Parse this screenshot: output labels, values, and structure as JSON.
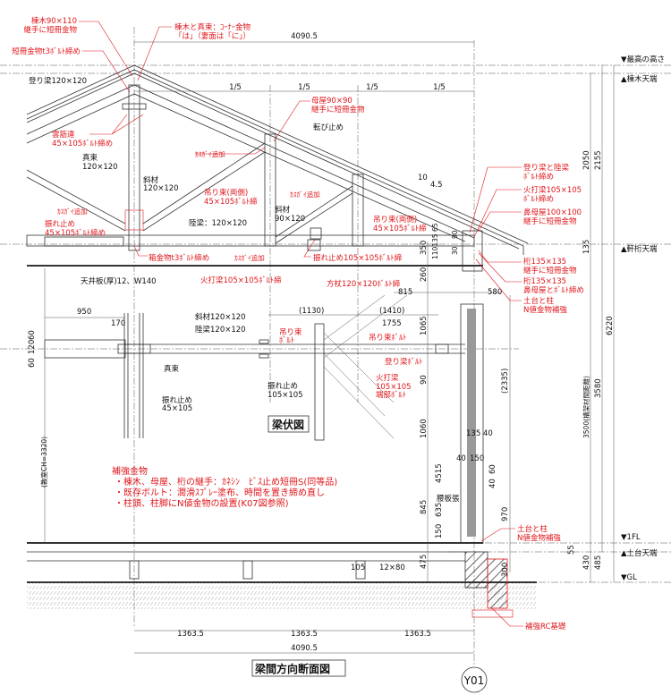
{
  "title": "梁間方向断面図",
  "sub_title": "梁伏図",
  "grid_label": "Y01",
  "levels": {
    "top": "▼最高の高さ",
    "ridge": "▲棟木天端",
    "eave": "▲軒桁天端",
    "fl": "▼1FL",
    "sill": "▲土台天端",
    "gl": "▼GL"
  },
  "dims": {
    "span_top": "4090.5",
    "fifth": "1/5",
    "span_bottom": "4090.5",
    "bay": "1363.5",
    "slope_run": "10",
    "slope_rise": "4.5",
    "d2050": "2050",
    "d2155": "2155",
    "d135": "135",
    "d6220": "6220",
    "d3580": "3580",
    "d3500": "3500(構架材間距離)",
    "d350": "350",
    "d110": "110135 65",
    "d260": "260",
    "d815": "815",
    "d580": "580",
    "d90a": "90",
    "d30": "30",
    "d950": "950",
    "d170": "170",
    "d60a": "60",
    "d120": "120",
    "d60b": "60",
    "d1130": "(1130)",
    "d1410": "(1410)",
    "d1755": "1755",
    "d1065": "1065",
    "d90": "90",
    "d1060": "1060",
    "d2335": "(2335)",
    "d135b": "135",
    "d40a": "40",
    "d40b": "40",
    "d150": "150",
    "d4515": "4515",
    "d60c": "60",
    "d40c": "40",
    "d845": "845",
    "d635": "635",
    "d150b": "150",
    "d970": "970",
    "d475": "475",
    "d300": "300",
    "d55": "55",
    "d430": "430",
    "d485": "485",
    "d105": "105",
    "d12x80": "12×80",
    "ch": "(教室CH=3320)"
  },
  "labels_black": {
    "nobori": "登り梁120×120",
    "shinzuka1": "真束",
    "shinzuka2": "120×120",
    "shazai1": "斜材",
    "shazai2": "120×120",
    "korobi": "転び止め",
    "shazai90a": "斜材",
    "shazai90b": "90×120",
    "rikubari": "陸梁：120×120",
    "tenjo": "天井板(厚)12、W140",
    "plan_shazai": "斜材120×120",
    "plan_rikubari": "陸梁120×120",
    "plan_shinzuka": "真束",
    "plan_fure1": "振れ止め",
    "plan_fure2": "105×105",
    "plan_fure3": "振れ止め",
    "plan_fure4": "45×105",
    "koshiita": "腰板張"
  },
  "labels_red": {
    "munagi1": "棟木90×110",
    "munagi2": "継手に短冊金物",
    "corner1": "棟木と真束：ｺｰﾅｰ金物",
    "corner2": "「は」（妻面は「に」）",
    "tanzaku": "短冊金物t3ﾎﾞﾙﾄ締め",
    "kumo1": "雲筋違",
    "kumo2": "45×105ﾎﾞﾙﾄ締め",
    "kasugai": "ｶｽｶﾞｲ追加",
    "tsuri1": "吊り束(両側)",
    "tsuri2": "45×105ﾎﾞﾙﾄ締",
    "moya1": "母屋90×90",
    "moya2": "継手に短冊金物",
    "fure1": "振れ止め",
    "fure2": "45×105ﾎﾞﾙﾄ締め",
    "hako": "箱金物t3ﾎﾞﾙﾄ締め",
    "fure105": "振れ止め105×105ﾎﾞﾙﾄ締",
    "hiuchi_a": "火打梁105×105ﾎﾞﾙﾄ締",
    "houzue": "方杖120×120ﾎﾞﾙﾄ締",
    "nr1": "登り梁と陸梁",
    "nr2": "ﾎﾞﾙﾄ締め",
    "hu1": "火打梁105×105",
    "hu2": "ﾎﾞﾙﾄ締め",
    "hana1": "鼻母屋100×100",
    "hana2": "継手に短冊金物",
    "keta1": "桁135×135",
    "keta2": "継手に短冊金物",
    "keta3": "桁135×135",
    "keta4": "鼻母屋とﾎﾞﾙﾄ締め",
    "dodai1": "土台と柱",
    "dodai2": "N値金物補強",
    "ptsuri1": "吊り束",
    "ptsuri2": "ﾎﾞﾙﾄ",
    "ptsuri3": "吊り束ﾎﾞﾙﾄ",
    "pnobori": "登り梁ﾎﾞﾙﾄ",
    "phiuchi1": "火打梁",
    "phiuchi2": "105×105",
    "phiuchi3": "端部ﾎﾞﾙﾄ",
    "dodai3": "土台と柱",
    "dodai4": "N値金物補強",
    "rc": "補強RC基礎"
  },
  "notes": {
    "heading": "補強金物",
    "items": [
      "・棟木、母屋、桁の継手：ｶﾈｼﾝ　ﾋﾞｽ止め短冊S(同等品)",
      "・既存ボルト：潤滑ｽﾌﾟﾚｰ塗布、時間を置き締め直し",
      "・柱頭、柱脚にN値金物の設置(K07図参照)"
    ]
  },
  "colors": {
    "annotation": "#e0161b",
    "line": "#333333"
  }
}
